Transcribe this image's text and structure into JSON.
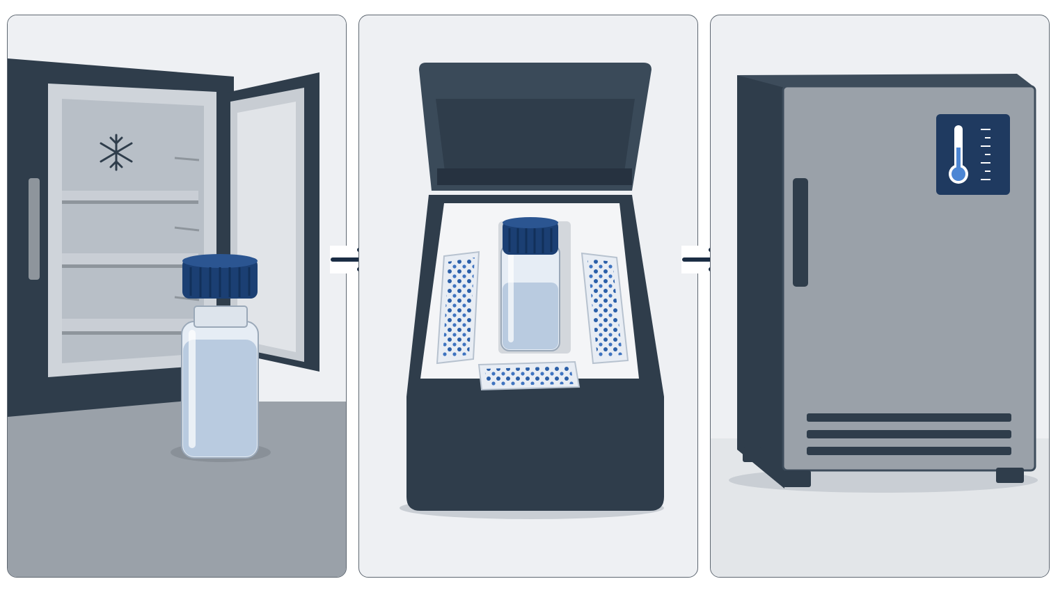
{
  "colors": {
    "dark_navy": "#2f3d4b",
    "accent_blue": "#1b3f73",
    "liquid_blue": "#b9cbe0",
    "panel_bg": "#eef0f3",
    "steel_grey": "#9aa1a9",
    "floor_grey": "#8e959c"
  },
  "steps": [
    {
      "scene": "open-freezer-with-vial",
      "icons": [
        "snowflake-icon",
        "vial-icon"
      ]
    },
    {
      "scene": "insulated-shipper-with-ice-packs",
      "icons": [
        "vial-icon",
        "ice-pack-icon"
      ]
    },
    {
      "scene": "storage-freezer-with-thermometer",
      "icons": [
        "thermometer-icon"
      ]
    }
  ],
  "arrows": [
    "arrow-right-icon",
    "arrow-right-icon"
  ]
}
